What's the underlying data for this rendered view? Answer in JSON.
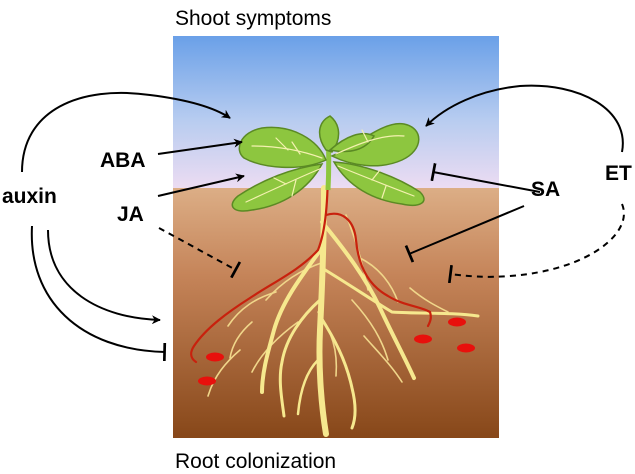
{
  "captions": {
    "top": "Shoot symptoms",
    "bottom": "Root colonization"
  },
  "hormones": {
    "auxin": "auxin",
    "aba": "ABA",
    "ja": "JA",
    "sa": "SA",
    "et": "ET"
  },
  "colors": {
    "sky_top": "#6aa0e8",
    "sky_bottom": "#e9d9f1",
    "soil_top": "#d9a980",
    "soil_bottom": "#8a4a1e",
    "leaf": "#8dc63f",
    "leaf_vein": "#f4f1b0",
    "root": "#f6e88e",
    "infection": "#c8210d",
    "spot": "#e8100c"
  }
}
